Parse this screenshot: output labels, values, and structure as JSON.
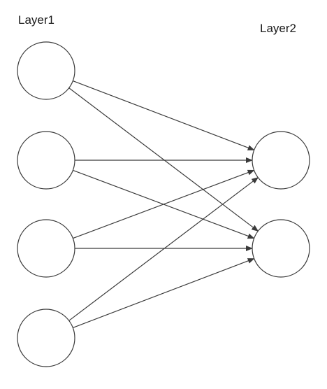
{
  "layers": [
    {
      "label": "Layer1",
      "node_count": 4
    },
    {
      "label": "Layer2",
      "node_count": 2
    }
  ],
  "connections": "fully-connected",
  "colors": {
    "stroke": "#3a3a3a",
    "text": "#1a1a1a",
    "background": "#ffffff"
  }
}
